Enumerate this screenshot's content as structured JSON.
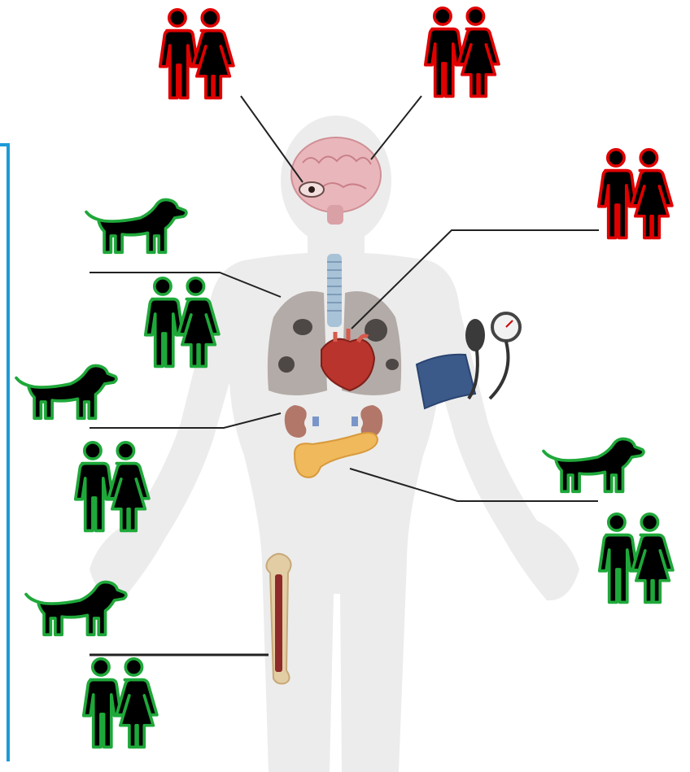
{
  "diagram": {
    "description_visible_text": "",
    "colors": {
      "frame": "#1d9bd8",
      "human_outline_red": "#e00000",
      "human_outline_green": "#1fa83a",
      "dog_outline_green": "#1fa83a",
      "icon_fill": "#000000",
      "body_silhouette": "#ececec",
      "leader_line": "#222222"
    },
    "organs": [
      {
        "id": "eye",
        "name": "eye-organ"
      },
      {
        "id": "brain",
        "name": "brain-organ"
      },
      {
        "id": "trachea",
        "name": "trachea-organ"
      },
      {
        "id": "lungs",
        "name": "lungs-organ"
      },
      {
        "id": "heart",
        "name": "heart-organ"
      },
      {
        "id": "kidneys",
        "name": "kidneys-organ"
      },
      {
        "id": "pancreas",
        "name": "pancreas-organ"
      },
      {
        "id": "bone",
        "name": "femur-bone"
      },
      {
        "id": "bp_cuff",
        "name": "blood-pressure-cuff"
      }
    ],
    "annotation_groups": [
      {
        "organ": "eye",
        "icons": [
          {
            "kind": "human-pair",
            "color": "red"
          }
        ]
      },
      {
        "organ": "brain",
        "icons": [
          {
            "kind": "human-pair",
            "color": "red"
          }
        ]
      },
      {
        "organ": "heart",
        "icons": [
          {
            "kind": "human-pair",
            "color": "red"
          }
        ]
      },
      {
        "organ": "lungs",
        "icons": [
          {
            "kind": "dog",
            "color": "green"
          },
          {
            "kind": "human-pair",
            "color": "green"
          }
        ]
      },
      {
        "organ": "kidneys",
        "icons": [
          {
            "kind": "dog",
            "color": "green"
          },
          {
            "kind": "human-pair",
            "color": "green"
          }
        ]
      },
      {
        "organ": "pancreas",
        "icons": [
          {
            "kind": "dog",
            "color": "green"
          },
          {
            "kind": "human-pair",
            "color": "green"
          }
        ]
      },
      {
        "organ": "bone",
        "icons": [
          {
            "kind": "dog",
            "color": "green"
          },
          {
            "kind": "human-pair",
            "color": "green"
          }
        ]
      }
    ]
  }
}
